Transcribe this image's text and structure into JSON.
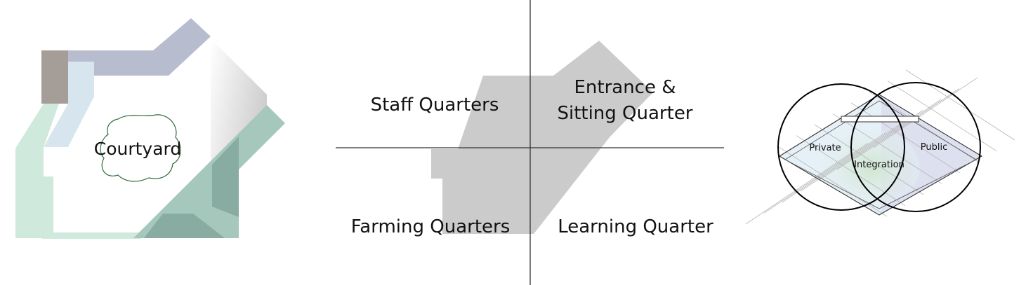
{
  "panel_courtyard": {
    "label": "Courtyard",
    "colors": {
      "purple_band": "#b7bccf",
      "brown_block": "#a59d98",
      "light_blue": "#d7e6ee",
      "mint": "#cfe9dc",
      "teal": "#a6c7bc",
      "teal_dark": "#89aca2",
      "outline_green": "#2f6b3a"
    }
  },
  "panel_quarters": {
    "top_left": "Staff Quarters",
    "top_right_line1": "Entrance &",
    "top_right_line2": "Sitting Quarter",
    "bottom_left": "Farming Quarters",
    "bottom_right": "Learning Quarter",
    "colors": {
      "shape": "#cbcbcb",
      "axis": "#333333"
    }
  },
  "panel_venn": {
    "left": "Private",
    "center": "Integration",
    "right": "Public",
    "colors": {
      "circle": "#000000",
      "grid": "#b5b5b5",
      "fill_left": "#e6f0f7",
      "fill_right": "#dde1ef",
      "fill_center": "#d8ead9"
    }
  }
}
